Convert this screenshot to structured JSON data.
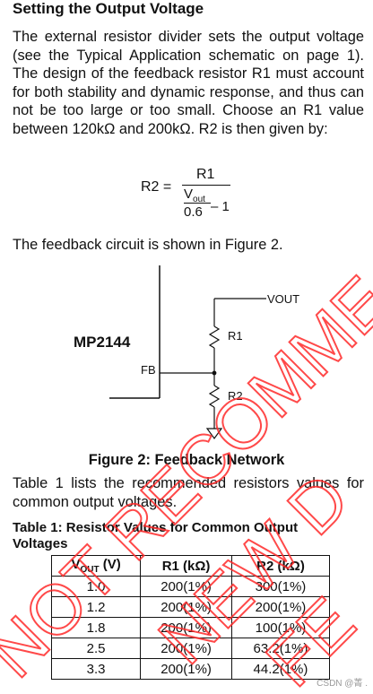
{
  "section": {
    "title": "Setting the Output Voltage"
  },
  "paragraphs": {
    "p1": "The external resistor divider sets the output voltage (see the Typical Application schematic on page 1). The design of the feedback resistor R1 must account for both stability and dynamic response, and thus can not be too large or too small. Choose an R1 value between 120kΩ and 200kΩ. R2 is then given by:",
    "p2": "The feedback circuit is shown in Figure 2.",
    "p3": "Table 1 lists the recommended resistors values for common output voltages."
  },
  "formula": {
    "lhs": "R2 =",
    "numerator": "R1",
    "vout": "V",
    "vout_sub": "out",
    "divisor": "0.6",
    "minus_one": "– 1"
  },
  "diagram": {
    "chip": "MP2144",
    "fb_pin": "FB",
    "vout_label": "VOUT",
    "r1_label": "R1",
    "r2_label": "R2"
  },
  "figure_caption": "Figure 2: Feedback Network",
  "table": {
    "title": "Table 1: Resistor Values for Common Output Voltages",
    "headers": {
      "vout_main": "V",
      "vout_sub": "OUT",
      "vout_unit": " (V)",
      "r1": "R1 (kΩ)",
      "r2": "R2 (kΩ)"
    },
    "rows": [
      {
        "vout": "1.0",
        "r1": "200(1%)",
        "r2": "300(1%)"
      },
      {
        "vout": "1.2",
        "r1": "200(1%)",
        "r2": "200(1%)"
      },
      {
        "vout": "1.8",
        "r1": "200(1%)",
        "r2": "100(1%)"
      },
      {
        "vout": "2.5",
        "r1": "200(1%)",
        "r2": "63.2(1%)"
      },
      {
        "vout": "3.3",
        "r1": "200(1%)",
        "r2": "44.2(1%)"
      }
    ]
  },
  "watermark": {
    "lines": [
      "NOT RECOMME",
      "NEW D",
      "FE"
    ],
    "color": "#ff2a2a"
  },
  "credit": "CSDN @菁 ."
}
